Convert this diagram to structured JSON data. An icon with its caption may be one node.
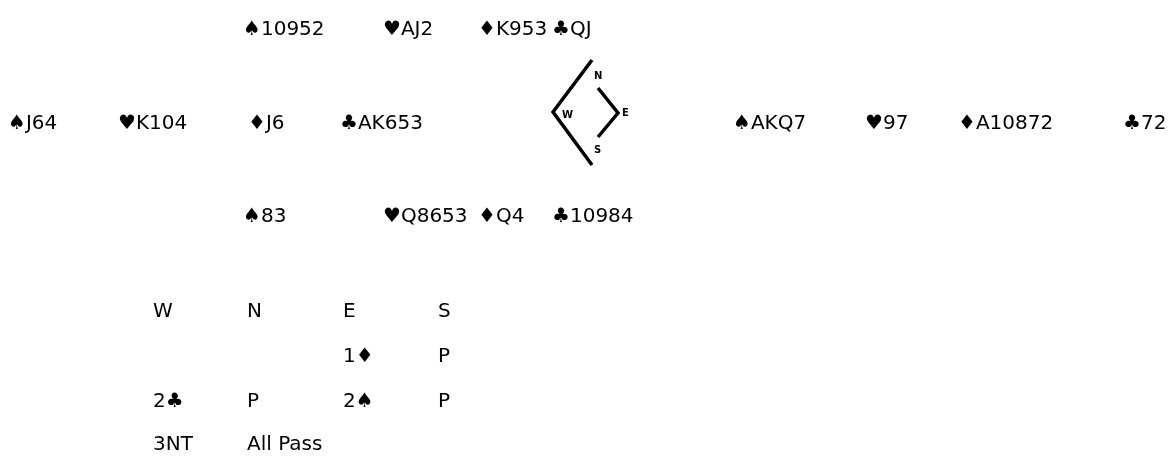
{
  "diagram": {
    "labels": [
      "♠10952",
      "♥AJ2",
      "♦K953",
      "♣QJ",
      "♠J64",
      "♥K104",
      "♦J6",
      "♣AK653",
      "N",
      "W",
      "E",
      "S",
      "♠AKQ7",
      "♥97",
      "♦A10872",
      "♣72",
      "♠83",
      "♥Q8653",
      "♦Q4",
      "♣10984",
      "W",
      "N",
      "E",
      "S",
      "1♦",
      "P",
      "2♣",
      "P",
      "2♠",
      "P",
      "3NT",
      "All Pass"
    ]
  }
}
